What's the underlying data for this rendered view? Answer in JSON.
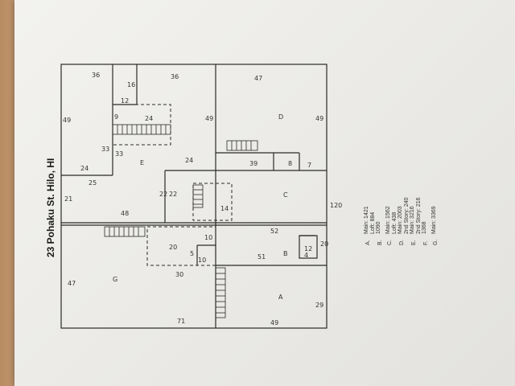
{
  "title": "23 Pohaku St. Hilo, HI",
  "legend": [
    {
      "key": "A.",
      "lines": [
        "Main: 1421",
        "Loft: 884"
      ]
    },
    {
      "key": "B.",
      "lines": [
        "1090"
      ]
    },
    {
      "key": "C.",
      "lines": [
        "Main: 1562",
        "Loft: 438"
      ]
    },
    {
      "key": "D.",
      "lines": [
        "Main: 2003",
        "2nd Story: 240"
      ]
    },
    {
      "key": "E.",
      "lines": [
        "Main: 3216",
        "2nd Story: 216"
      ]
    },
    {
      "key": "F.",
      "lines": [
        "1368"
      ]
    },
    {
      "key": "G.",
      "lines": [
        "Main: 3369"
      ]
    }
  ],
  "plan": {
    "units": {
      "A": "A",
      "B": "B",
      "C": "C",
      "D": "D",
      "E": "E",
      "G": "G"
    },
    "dims": {
      "d36a": "36",
      "d16": "16",
      "d12": "12",
      "d36b": "36",
      "d47a": "47",
      "d49a": "49",
      "d9": "9",
      "d24a": "24",
      "d49b": "49",
      "d49c": "49",
      "d33a": "33",
      "d33b": "33",
      "d24b": "24",
      "d25": "25",
      "d24c": "24",
      "d21": "21",
      "d22a": "22",
      "d22b": "22",
      "d48": "48",
      "d39": "39",
      "d8": "8",
      "d7": "7",
      "d14": "14",
      "d120": "120",
      "d10": "10",
      "d52": "52",
      "d12b": "12",
      "d20a": "20",
      "d51": "51",
      "d5": "5",
      "d10b": "10",
      "d20b": "20",
      "d47b": "47",
      "d30": "30",
      "d71": "71",
      "d49d": "49",
      "d29": "29",
      "d4": "4"
    }
  }
}
